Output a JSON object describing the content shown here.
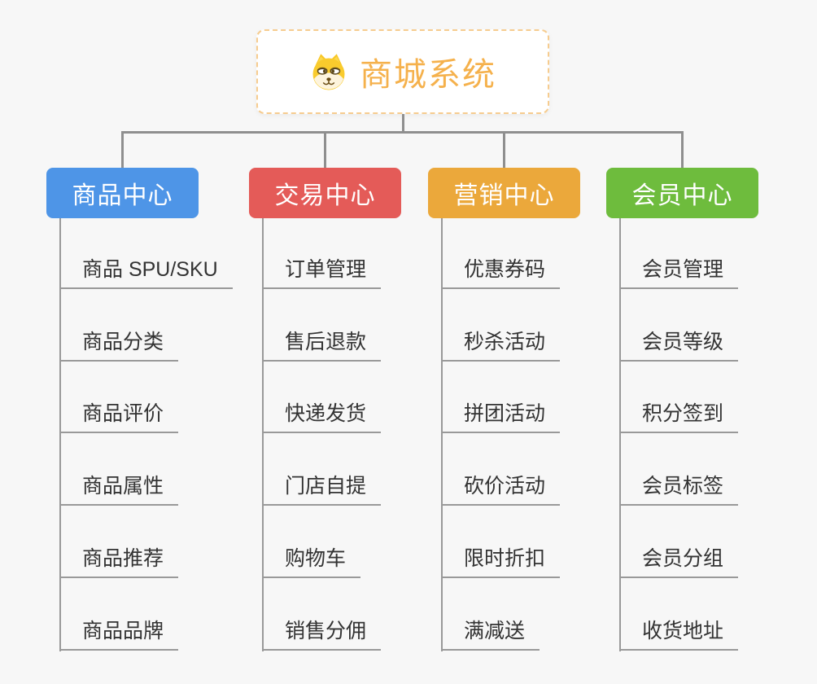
{
  "root": {
    "label": "商城系统",
    "icon": "doge-icon",
    "text_color": "#f5b14c",
    "border_color": "#f6cc8f"
  },
  "connector_color": "#8f8f8f",
  "branches": [
    {
      "label": "商品中心",
      "color": "#4e95e7",
      "children": [
        "商品 SPU/SKU",
        "商品分类",
        "商品评价",
        "商品属性",
        "商品推荐",
        "商品品牌"
      ]
    },
    {
      "label": "交易中心",
      "color": "#e45b58",
      "children": [
        "订单管理",
        "售后退款",
        "快递发货",
        "门店自提",
        "购物车",
        "销售分佣"
      ]
    },
    {
      "label": "营销中心",
      "color": "#eba83b",
      "children": [
        "优惠券码",
        "秒杀活动",
        "拼团活动",
        "砍价活动",
        "限时折扣",
        "满减送"
      ]
    },
    {
      "label": "会员中心",
      "color": "#6ebc3d",
      "children": [
        "会员管理",
        "会员等级",
        "积分签到",
        "会员标签",
        "会员分组",
        "收货地址"
      ]
    }
  ]
}
